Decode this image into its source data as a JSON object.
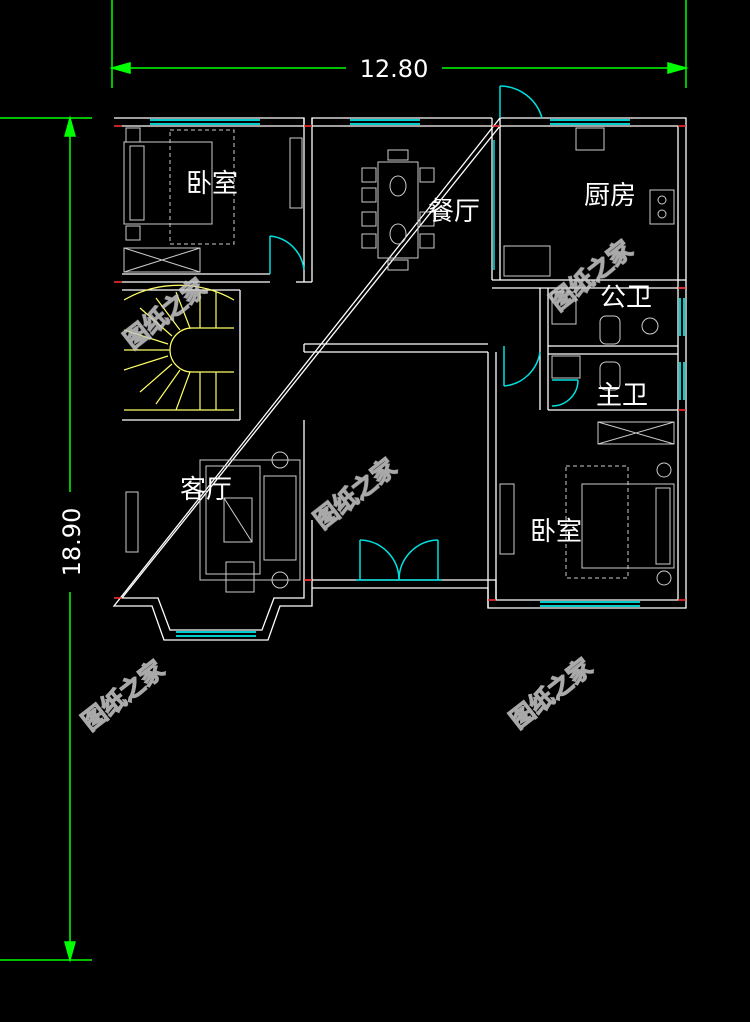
{
  "dimensions": {
    "width_label": "12.80",
    "height_label": "18.90"
  },
  "rooms": {
    "bedroom_nw": "卧室",
    "dining": "餐厅",
    "kitchen": "厨房",
    "public_bath": "公卫",
    "master_bath": "主卫",
    "living": "客厅",
    "bedroom_se": "卧室"
  },
  "watermark": "图纸之家",
  "colors": {
    "background": "#000000",
    "wall": "#ffffff",
    "dimension": "#00ff00",
    "window": "#00cccc",
    "door": "#00e0e0",
    "stair": "#ffff66",
    "wall_tick": "#ff3333",
    "furniture": "#cccccc"
  }
}
